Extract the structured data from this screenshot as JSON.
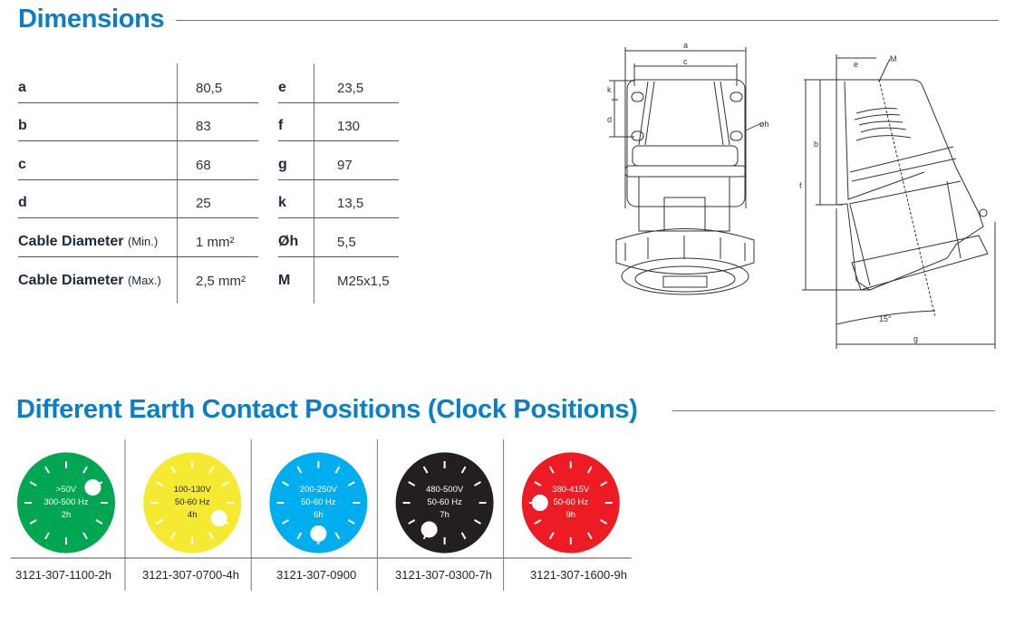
{
  "dimensions": {
    "title": "Dimensions",
    "rows": [
      {
        "l_label": "a",
        "l_value": "80,5",
        "r_label": "e",
        "r_value": "23,5"
      },
      {
        "l_label": "b",
        "l_value": "83",
        "r_label": "f",
        "r_value": "130"
      },
      {
        "l_label": "c",
        "l_value": "68",
        "r_label": "g",
        "r_value": "97"
      },
      {
        "l_label": "d",
        "l_value": "25",
        "r_label": "k",
        "r_value": "13,5"
      },
      {
        "l_label": "Cable Diameter",
        "l_qual": "(Min.)",
        "l_value": "1 mm²",
        "r_label": "Øh",
        "r_value": "5,5"
      },
      {
        "l_label": "Cable Diameter",
        "l_qual": "(Max.)",
        "l_value": "2,5 mm²",
        "r_label": "M",
        "r_value": "M25x1,5"
      }
    ],
    "drawing_labels": {
      "a": "a",
      "c": "c",
      "k": "k",
      "d": "d",
      "h": "øh",
      "e": "e",
      "M": "M",
      "b": "b",
      "f": "f",
      "angle": "15°",
      "g": "g"
    }
  },
  "earth": {
    "title": "Different Earth Contact Positions (Clock Positions)",
    "items": [
      {
        "voltage": ">50V",
        "freq": "300-500 Hz",
        "hour": "2h",
        "hour_value": 2,
        "color": "#00a651",
        "text_color": "#ffffff",
        "code": "3121-307-1100-2h"
      },
      {
        "voltage": "100-130V",
        "freq": "50-60 Hz",
        "hour": "4h",
        "hour_value": 4,
        "color": "#f5ea31",
        "text_color": "#222222",
        "code": "3121-307-0700-4h"
      },
      {
        "voltage": "200-250V",
        "freq": "50-60 Hz",
        "hour": "6h",
        "hour_value": 6,
        "color": "#00aeef",
        "text_color": "#ffffff",
        "code": "3121-307-0900"
      },
      {
        "voltage": "480-500V",
        "freq": "50-60 Hz",
        "hour": "7h",
        "hour_value": 7,
        "color": "#231f20",
        "text_color": "#ffffff",
        "code": "3121-307-0300-7h"
      },
      {
        "voltage": "380-415V",
        "freq": "50-60 Hz",
        "hour": "9h",
        "hour_value": 9,
        "color": "#ed1c24",
        "text_color": "#ffffff",
        "code": "3121-307-1600-9h"
      }
    ]
  }
}
